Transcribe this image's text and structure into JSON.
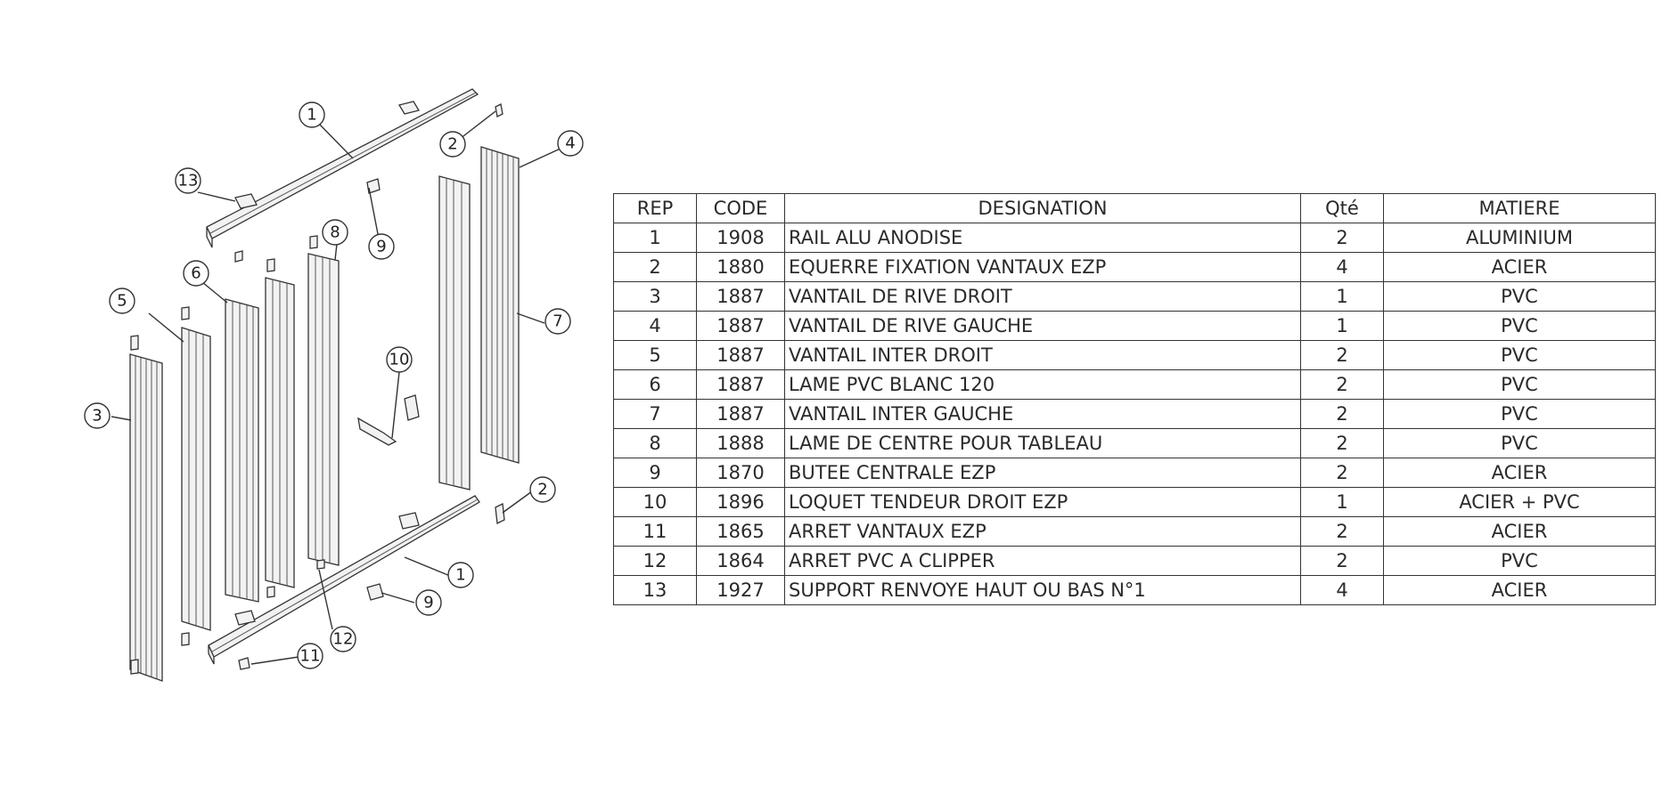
{
  "balloons": [
    "1",
    "2",
    "4",
    "13",
    "9",
    "8",
    "6",
    "5",
    "7",
    "10",
    "3",
    "2",
    "1",
    "9",
    "12",
    "11"
  ],
  "bom": {
    "headers": [
      "REP",
      "CODE",
      "DESIGNATION",
      "Qté",
      "MATIERE"
    ],
    "rows": [
      [
        "1",
        "1908",
        "RAIL ALU ANODISE",
        "2",
        "ALUMINIUM"
      ],
      [
        "2",
        "1880",
        "EQUERRE FIXATION VANTAUX EZP",
        "4",
        "ACIER"
      ],
      [
        "3",
        "1887",
        "VANTAIL DE RIVE DROIT",
        "1",
        "PVC"
      ],
      [
        "4",
        "1887",
        "VANTAIL DE RIVE GAUCHE",
        "1",
        "PVC"
      ],
      [
        "5",
        "1887",
        "VANTAIL INTER DROIT",
        "2",
        "PVC"
      ],
      [
        "6",
        "1887",
        "LAME PVC BLANC 120",
        "2",
        "PVC"
      ],
      [
        "7",
        "1887",
        "VANTAIL INTER GAUCHE",
        "2",
        "PVC"
      ],
      [
        "8",
        "1888",
        "LAME DE CENTRE POUR TABLEAU",
        "2",
        "PVC"
      ],
      [
        "9",
        "1870",
        "BUTEE CENTRALE EZP",
        "2",
        "ACIER"
      ],
      [
        "10",
        "1896",
        "LOQUET TENDEUR DROIT EZP",
        "1",
        "ACIER + PVC"
      ],
      [
        "11",
        "1865",
        "ARRET VANTAUX EZP",
        "2",
        "ACIER"
      ],
      [
        "12",
        "1864",
        "ARRET PVC A CLIPPER",
        "2",
        "PVC"
      ],
      [
        "13",
        "1927",
        "SUPPORT RENVOYE HAUT OU BAS N°1",
        "4",
        "ACIER"
      ]
    ]
  }
}
